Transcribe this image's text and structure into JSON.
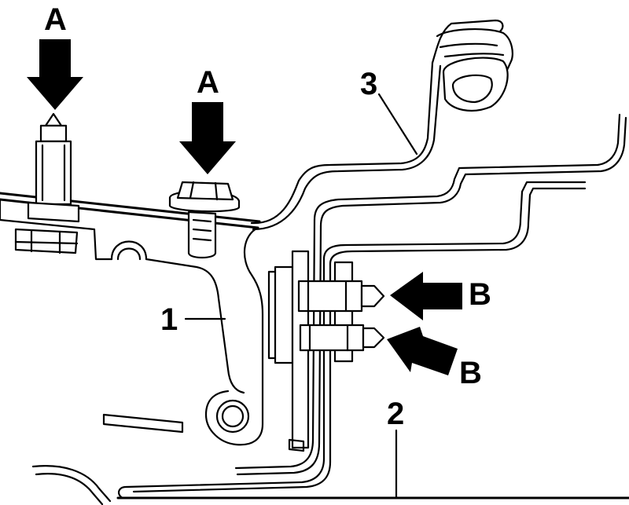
{
  "callouts": {
    "arrow_a": "A",
    "arrow_b": "B",
    "part_1": "1",
    "part_2": "2",
    "part_3": "3"
  },
  "icons": {
    "arrow_a": "down-arrow-icon",
    "arrow_b": "left-arrow-icon"
  },
  "colors": {
    "line": "#000000",
    "background": "#ffffff"
  }
}
